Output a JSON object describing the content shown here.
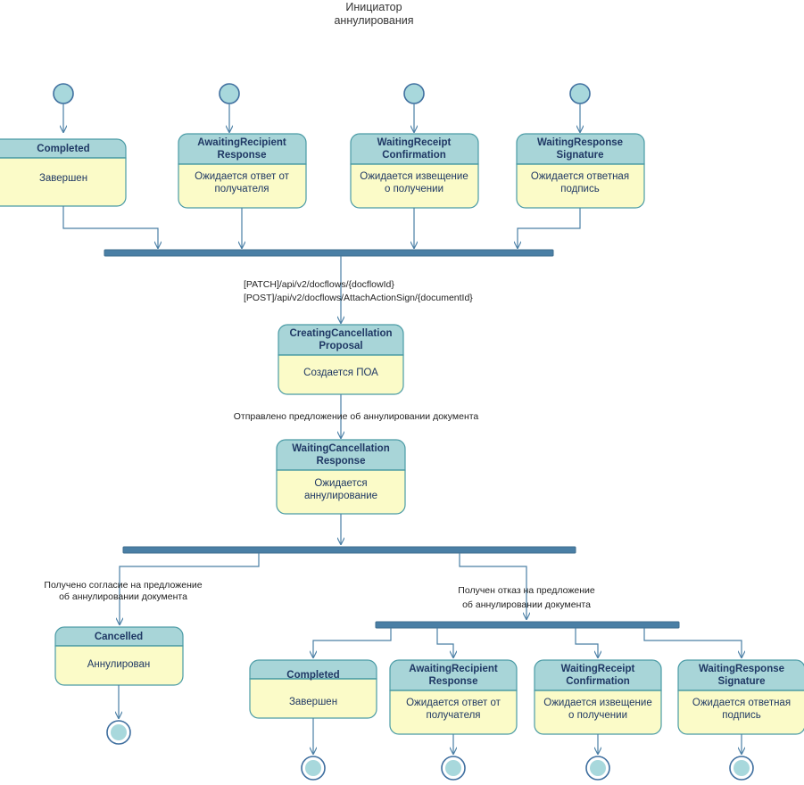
{
  "diagram": {
    "title_line1": "Инициатор",
    "title_line2": "аннулирования",
    "colors": {
      "state_header": "#a8d5d8",
      "state_body": "#fbfbc8",
      "state_border": "#4a9ba5",
      "bar": "#4a7fa5",
      "connector": "#4a7fa5",
      "node_fill": "#a8d8dc",
      "text": "#1f3864"
    }
  },
  "top_states": [
    {
      "name": "Completed",
      "name2": "",
      "desc1": "Завершен",
      "desc2": ""
    },
    {
      "name": "AwaitingRecipient",
      "name2": "Response",
      "desc1": "Ожидается ответ от",
      "desc2": "получателя"
    },
    {
      "name": "WaitingReceipt",
      "name2": "Confirmation",
      "desc1": "Ожидается извещение",
      "desc2": "о получении"
    },
    {
      "name": "WaitingResponse",
      "name2": "Signature",
      "desc1": "Ожидается ответная",
      "desc2": "подпись"
    }
  ],
  "api_labels": [
    "[PATCH]/api/v2/docflows/{docflowId}",
    "[POST]/api/v2/docflows/AttachActionSign/{documentId}"
  ],
  "middle_states": [
    {
      "name": "CreatingCancellation",
      "name2": "Proposal",
      "desc1": "Создается ПОА",
      "desc2": ""
    },
    {
      "name": "WaitingCancellation",
      "name2": "Response",
      "desc1": "Ожидается",
      "desc2": "аннулирование"
    }
  ],
  "edge_labels": {
    "proposal_sent": "Отправлено предложение об аннулировании документа",
    "accept_line1": "Получено согласие на предложение",
    "accept_line2": "об аннулировании документа",
    "reject_line1": "Получен отказ на предложение",
    "reject_line2": "об аннулировании документа"
  },
  "cancelled_state": {
    "name": "Cancelled",
    "name2": "",
    "desc1": "Аннулирован",
    "desc2": ""
  },
  "bottom_states": [
    {
      "name": "Completed",
      "name2": "",
      "desc1": "Завершен",
      "desc2": ""
    },
    {
      "name": "AwaitingRecipient",
      "name2": "Response",
      "desc1": "Ожидается ответ от",
      "desc2": "получателя"
    },
    {
      "name": "WaitingReceipt",
      "name2": "Confirmation",
      "desc1": "Ожидается извещение",
      "desc2": "о получении"
    },
    {
      "name": "WaitingResponse",
      "name2": "Signature",
      "desc1": "Ожидается ответная",
      "desc2": "подпись"
    }
  ]
}
